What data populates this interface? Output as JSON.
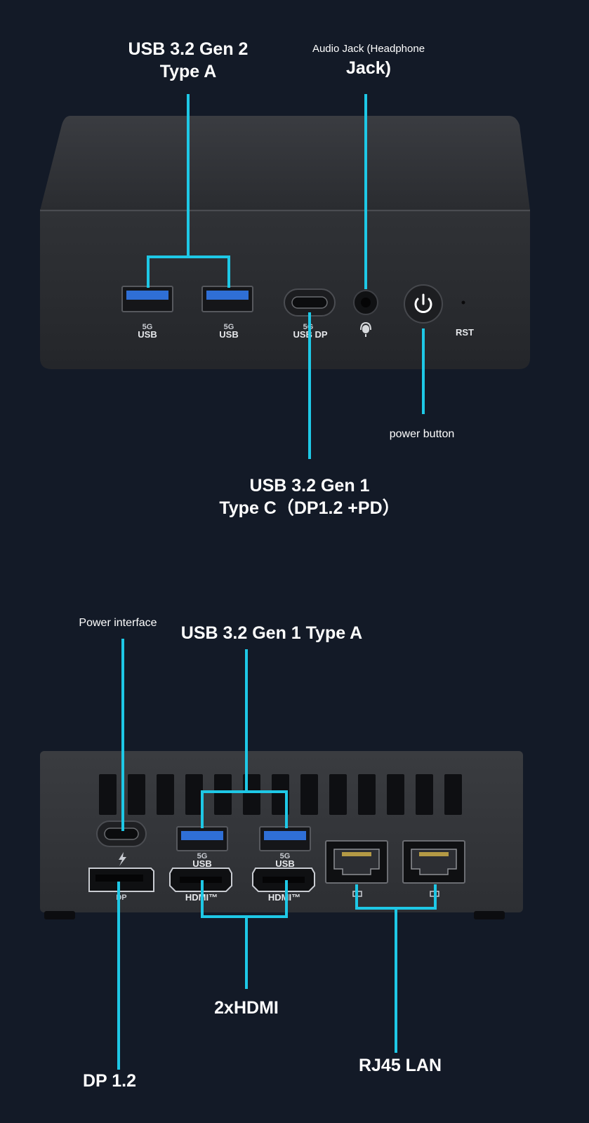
{
  "front": {
    "usb_a_label_line1": "USB 3.2 Gen 2",
    "usb_a_label_line2": "Type A",
    "audio_label_line1": "Audio Jack (Headphone",
    "audio_label_line2": "Jack)",
    "power_label": "power button",
    "usb_c_label_line1": "USB 3.2 Gen 1",
    "usb_c_label_line2": "Type C（DP1.2 +PD）",
    "port_texts": {
      "usb1_speed": "5G",
      "usb1_name": "USB",
      "usb2_speed": "5G",
      "usb2_name": "USB",
      "usbc_speed": "5G",
      "usbc_name": "USB DP",
      "rst": "RST"
    }
  },
  "rear": {
    "power_interface_label": "Power interface",
    "usb_a_label": "USB 3.2 Gen 1 Type  A",
    "hdmi_label": "2xHDMI",
    "dp_label": "DP 1.2",
    "lan_label": "RJ45 LAN",
    "port_texts": {
      "usb1_speed": "5G",
      "usb1_name": "USB",
      "usb2_speed": "5G",
      "usb2_name": "USB",
      "dp": "DP",
      "hdmi1": "HDMI™",
      "hdmi2": "HDMI™"
    }
  },
  "colors": {
    "background": "#131a27",
    "accent_line": "#1ec8e6",
    "device_body": "#2b2d31",
    "usb_blue": "#2f6fd6"
  },
  "icons": [
    "power-icon",
    "headset-mic-icon",
    "thunderbolt-icon",
    "network-icon"
  ]
}
